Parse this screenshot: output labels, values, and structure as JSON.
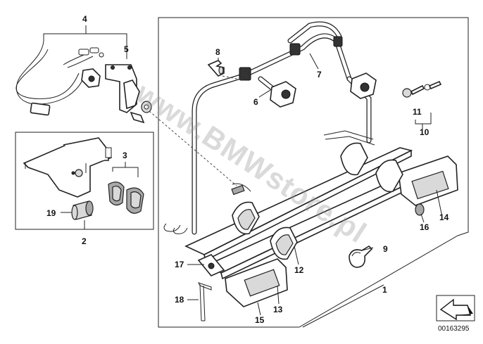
{
  "diagram_id": "00163295",
  "watermark": "www.BMWstore.pl",
  "callouts": {
    "c1": "1",
    "c2": "2",
    "c3": "3",
    "c4": "4",
    "c5": "5",
    "c6": "6",
    "c7": "7",
    "c8": "8",
    "c9": "9",
    "c10": "10",
    "c11": "11",
    "c12": "12",
    "c13": "13",
    "c14": "14",
    "c15": "15",
    "c16": "16",
    "c17": "17",
    "c18": "18",
    "c19": "19"
  }
}
